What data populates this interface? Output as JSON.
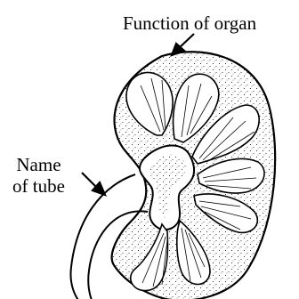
{
  "figure": {
    "subject": "kidney cross-section line drawing",
    "colors": {
      "ink": "#000000",
      "background": "#ffffff"
    }
  },
  "labels": {
    "organ_function": "Function of organ",
    "tube_name_line1": "Name",
    "tube_name_line2": "of tube"
  }
}
